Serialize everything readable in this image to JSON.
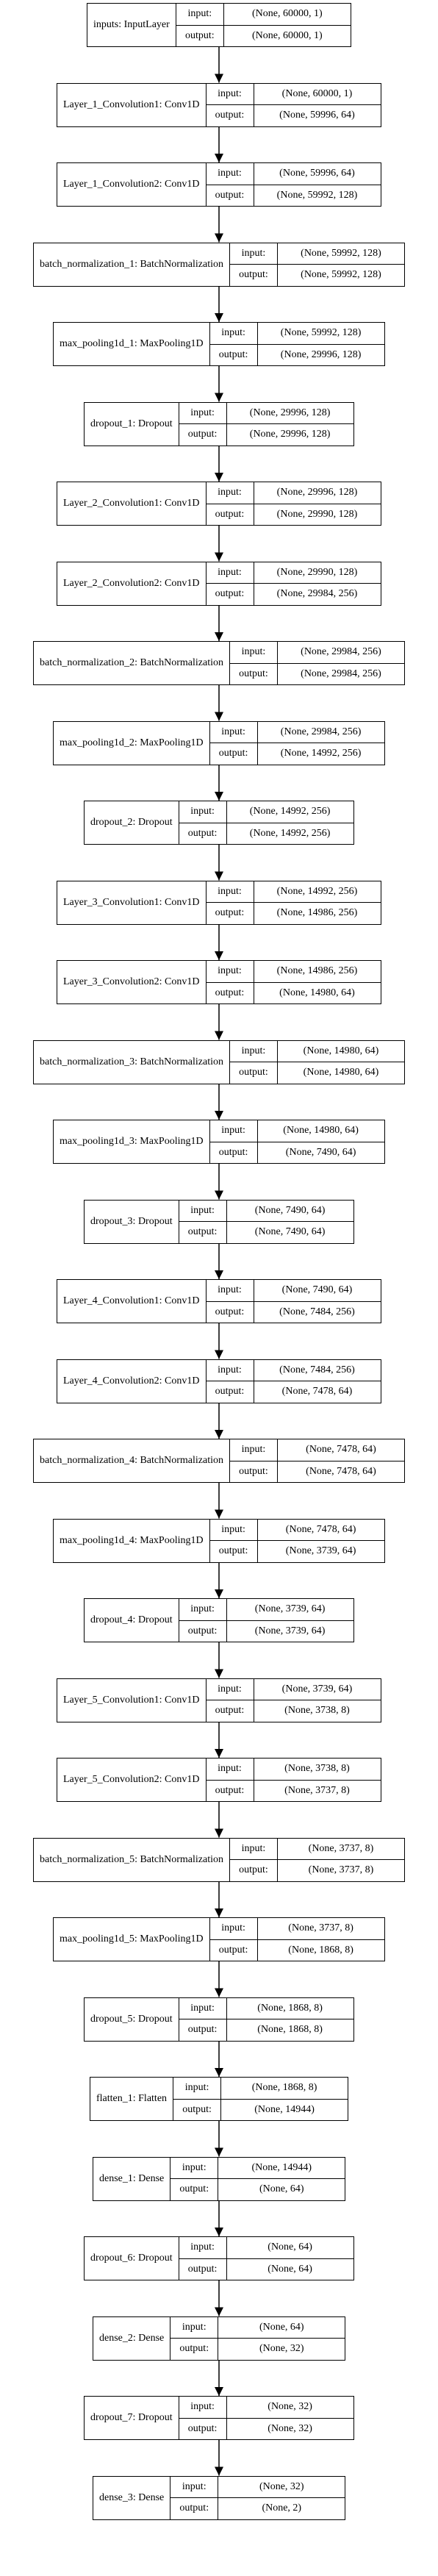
{
  "diagram": {
    "port_labels": {
      "input": "input:",
      "output": "output:"
    },
    "layers": [
      {
        "name": "inputs: InputLayer",
        "input": "(None, 60000, 1)",
        "output": "(None, 60000, 1)"
      },
      {
        "name": "Layer_1_Convolution1: Conv1D",
        "input": "(None, 60000, 1)",
        "output": "(None, 59996, 64)"
      },
      {
        "name": "Layer_1_Convolution2: Conv1D",
        "input": "(None, 59996, 64)",
        "output": "(None, 59992, 128)"
      },
      {
        "name": "batch_normalization_1: BatchNormalization",
        "input": "(None, 59992, 128)",
        "output": "(None, 59992, 128)"
      },
      {
        "name": "max_pooling1d_1: MaxPooling1D",
        "input": "(None, 59992, 128)",
        "output": "(None, 29996, 128)"
      },
      {
        "name": "dropout_1: Dropout",
        "input": "(None, 29996, 128)",
        "output": "(None, 29996, 128)"
      },
      {
        "name": "Layer_2_Convolution1: Conv1D",
        "input": "(None, 29996, 128)",
        "output": "(None, 29990, 128)"
      },
      {
        "name": "Layer_2_Convolution2: Conv1D",
        "input": "(None, 29990, 128)",
        "output": "(None, 29984, 256)"
      },
      {
        "name": "batch_normalization_2: BatchNormalization",
        "input": "(None, 29984, 256)",
        "output": "(None, 29984, 256)"
      },
      {
        "name": "max_pooling1d_2: MaxPooling1D",
        "input": "(None, 29984, 256)",
        "output": "(None, 14992, 256)"
      },
      {
        "name": "dropout_2: Dropout",
        "input": "(None, 14992, 256)",
        "output": "(None, 14992, 256)"
      },
      {
        "name": "Layer_3_Convolution1: Conv1D",
        "input": "(None, 14992, 256)",
        "output": "(None, 14986, 256)"
      },
      {
        "name": "Layer_3_Convolution2: Conv1D",
        "input": "(None, 14986, 256)",
        "output": "(None, 14980, 64)"
      },
      {
        "name": "batch_normalization_3: BatchNormalization",
        "input": "(None, 14980, 64)",
        "output": "(None, 14980, 64)"
      },
      {
        "name": "max_pooling1d_3: MaxPooling1D",
        "input": "(None, 14980, 64)",
        "output": "(None, 7490, 64)"
      },
      {
        "name": "dropout_3: Dropout",
        "input": "(None, 7490, 64)",
        "output": "(None, 7490, 64)"
      },
      {
        "name": "Layer_4_Convolution1: Conv1D",
        "input": "(None, 7490, 64)",
        "output": "(None, 7484, 256)"
      },
      {
        "name": "Layer_4_Convolution2: Conv1D",
        "input": "(None, 7484, 256)",
        "output": "(None, 7478, 64)"
      },
      {
        "name": "batch_normalization_4: BatchNormalization",
        "input": "(None, 7478, 64)",
        "output": "(None, 7478, 64)"
      },
      {
        "name": "max_pooling1d_4: MaxPooling1D",
        "input": "(None, 7478, 64)",
        "output": "(None, 3739, 64)"
      },
      {
        "name": "dropout_4: Dropout",
        "input": "(None, 3739, 64)",
        "output": "(None, 3739, 64)"
      },
      {
        "name": "Layer_5_Convolution1: Conv1D",
        "input": "(None, 3739, 64)",
        "output": "(None, 3738, 8)"
      },
      {
        "name": "Layer_5_Convolution2: Conv1D",
        "input": "(None, 3738, 8)",
        "output": "(None, 3737, 8)"
      },
      {
        "name": "batch_normalization_5: BatchNormalization",
        "input": "(None, 3737, 8)",
        "output": "(None, 3737, 8)"
      },
      {
        "name": "max_pooling1d_5: MaxPooling1D",
        "input": "(None, 3737, 8)",
        "output": "(None, 1868, 8)"
      },
      {
        "name": "dropout_5: Dropout",
        "input": "(None, 1868, 8)",
        "output": "(None, 1868, 8)"
      },
      {
        "name": "flatten_1: Flatten",
        "input": "(None, 1868, 8)",
        "output": "(None, 14944)"
      },
      {
        "name": "dense_1: Dense",
        "input": "(None, 14944)",
        "output": "(None, 64)"
      },
      {
        "name": "dropout_6: Dropout",
        "input": "(None, 64)",
        "output": "(None, 64)"
      },
      {
        "name": "dense_2: Dense",
        "input": "(None, 64)",
        "output": "(None, 32)"
      },
      {
        "name": "dropout_7: Dropout",
        "input": "(None, 32)",
        "output": "(None, 32)"
      },
      {
        "name": "dense_3: Dense",
        "input": "(None, 32)",
        "output": "(None, 2)"
      }
    ]
  }
}
